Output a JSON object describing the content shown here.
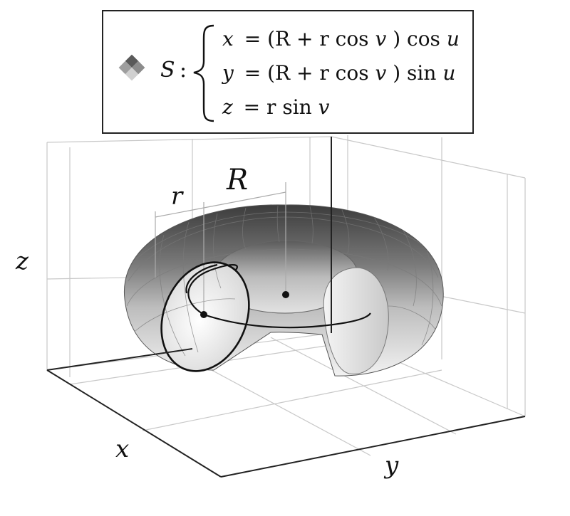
{
  "legend": {
    "surface_name": "S",
    "separator": ":",
    "equations": [
      {
        "lhs": "x",
        "rhs_pre": "(R + r cos ",
        "rhs_var": "v",
        "rhs_post": ") cos ",
        "rhs_last": "u"
      },
      {
        "lhs": "y",
        "rhs_pre": "(R + r cos ",
        "rhs_var": "v",
        "rhs_post": ") sin ",
        "rhs_last": "u"
      },
      {
        "lhs": "z",
        "rhs_pre": "r sin ",
        "rhs_var": "v",
        "rhs_post": "",
        "rhs_last": ""
      }
    ],
    "icon": "surface-swatch-icon"
  },
  "labels": {
    "major_radius": "R",
    "minor_radius": "r",
    "axis_x": "x",
    "axis_y": "y",
    "axis_z": "z"
  },
  "colors": {
    "surface_dark": "#4a4a4a",
    "surface_light": "#e6e6e6",
    "grid": "#c8c8c8",
    "frame": "#222222"
  }
}
